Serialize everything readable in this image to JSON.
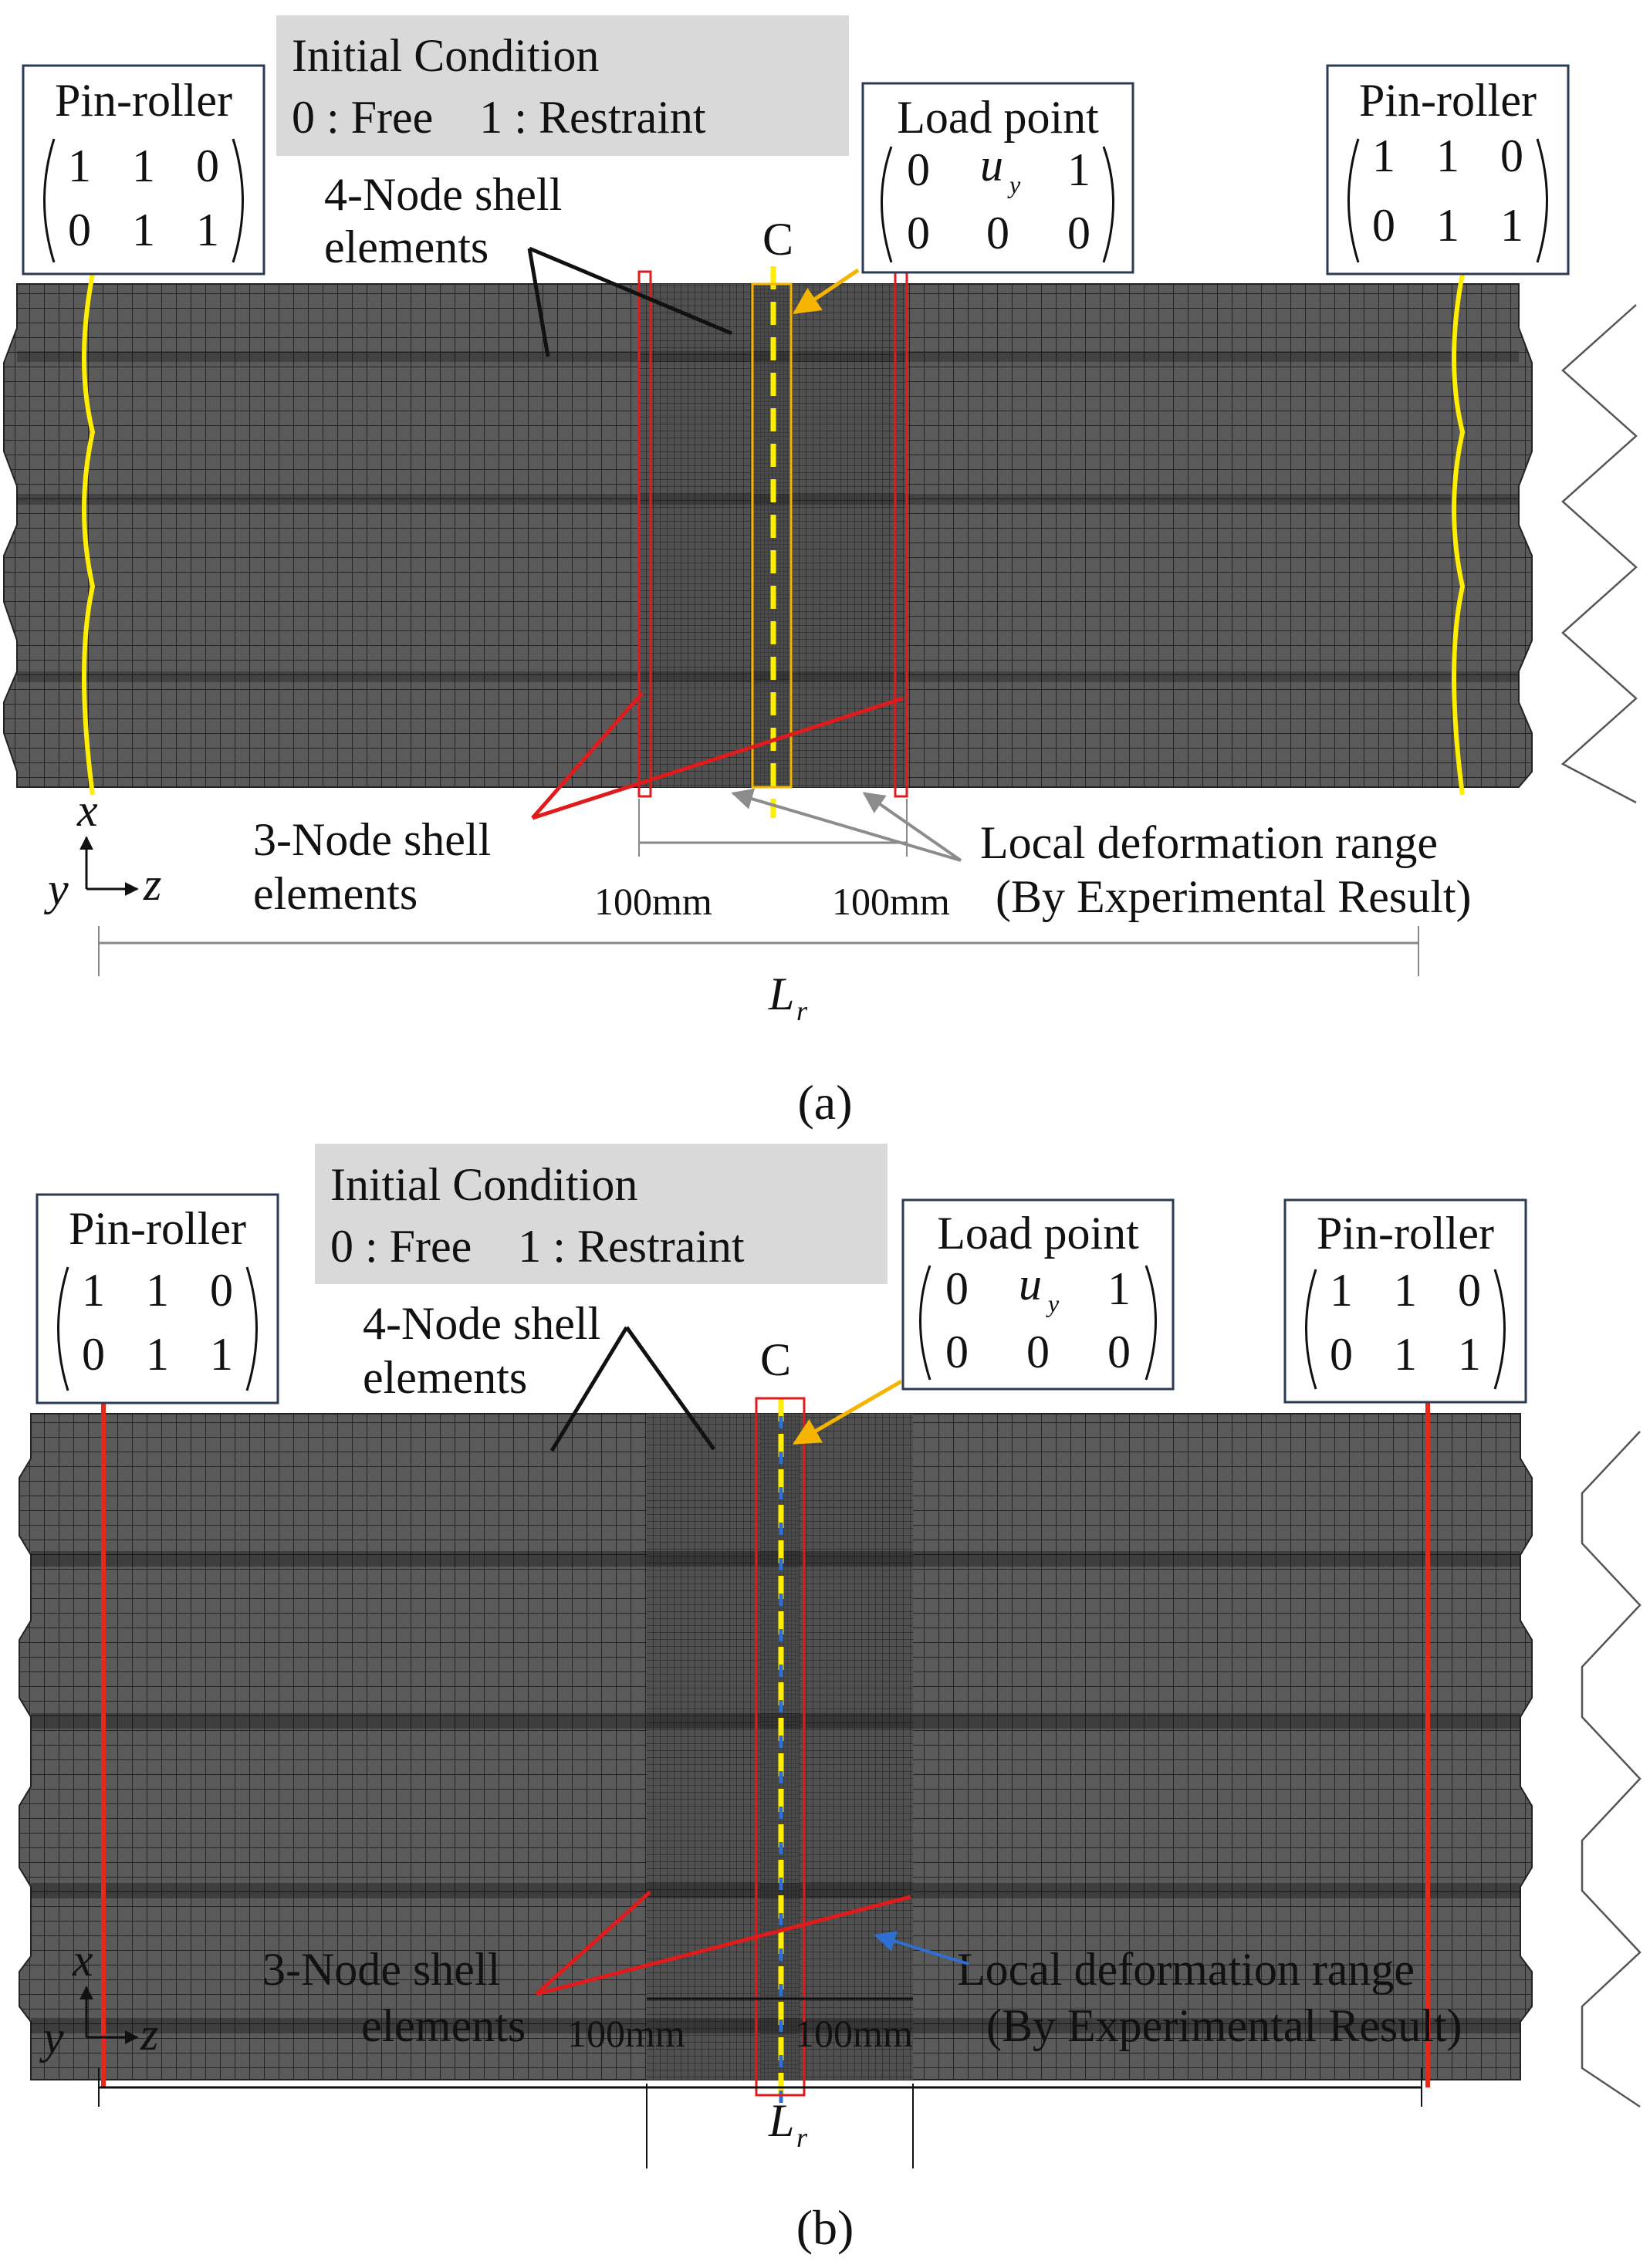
{
  "panels": [
    {
      "caption": "(a)",
      "initial_condition": {
        "title": "Initial Condition",
        "legend": "0 : Free    1 : Restraint"
      },
      "pin_roller_left": {
        "title": "Pin-roller",
        "row1": [
          "1",
          "1",
          "0"
        ],
        "row2": [
          "0",
          "1",
          "1"
        ]
      },
      "pin_roller_right": {
        "title": "Pin-roller",
        "row1": [
          "1",
          "1",
          "0"
        ],
        "row2": [
          "0",
          "1",
          "1"
        ]
      },
      "load_point": {
        "title": "Load point",
        "row1": [
          "0",
          "u",
          "1"
        ],
        "uy_sub": "y",
        "row2": [
          "0",
          "0",
          "0"
        ]
      },
      "four_node_label": [
        "4-Node shell",
        "elements"
      ],
      "three_node_label": [
        "3-Node shell",
        "elements"
      ],
      "center_label": "C",
      "local_deformation": [
        "Local deformation range",
        "(By Experimental Result)"
      ],
      "dim_left": "100mm",
      "dim_right": "100mm",
      "axis_x": "x",
      "axis_y": "y",
      "axis_z": "z",
      "length_label": "L",
      "length_sub": "r",
      "support_line_color": "#ffee00",
      "center_line_color": "#ffee00"
    },
    {
      "caption": "(b)",
      "initial_condition": {
        "title": "Initial Condition",
        "legend": "0 : Free    1 : Restraint"
      },
      "pin_roller_left": {
        "title": "Pin-roller",
        "row1": [
          "1",
          "1",
          "0"
        ],
        "row2": [
          "0",
          "1",
          "1"
        ]
      },
      "pin_roller_right": {
        "title": "Pin-roller",
        "row1": [
          "1",
          "1",
          "0"
        ],
        "row2": [
          "0",
          "1",
          "1"
        ]
      },
      "load_point": {
        "title": "Load point",
        "row1": [
          "0",
          "u",
          "1"
        ],
        "uy_sub": "y",
        "row2": [
          "0",
          "0",
          "0"
        ]
      },
      "four_node_label": [
        "4-Node shell",
        "elements"
      ],
      "three_node_label": [
        "3-Node shell",
        "elements"
      ],
      "center_label": "C",
      "local_deformation": [
        "Local deformation range",
        "(By Experimental Result)"
      ],
      "dim_left": "100mm",
      "dim_right": "100mm",
      "axis_x": "x",
      "axis_y": "y",
      "axis_z": "z",
      "length_label": "L",
      "length_sub": "r",
      "support_line_color": "#e8261b",
      "center_line_color": "#2f6fd1"
    }
  ],
  "colors": {
    "mesh": "#585858",
    "mesh_line": "#2c2c2c",
    "red": "#e01b1b",
    "yellow": "#ffee00",
    "amber": "#f5b400",
    "gray_arrow": "#8c8c8c",
    "blue_arrow": "#2f6fd1"
  }
}
